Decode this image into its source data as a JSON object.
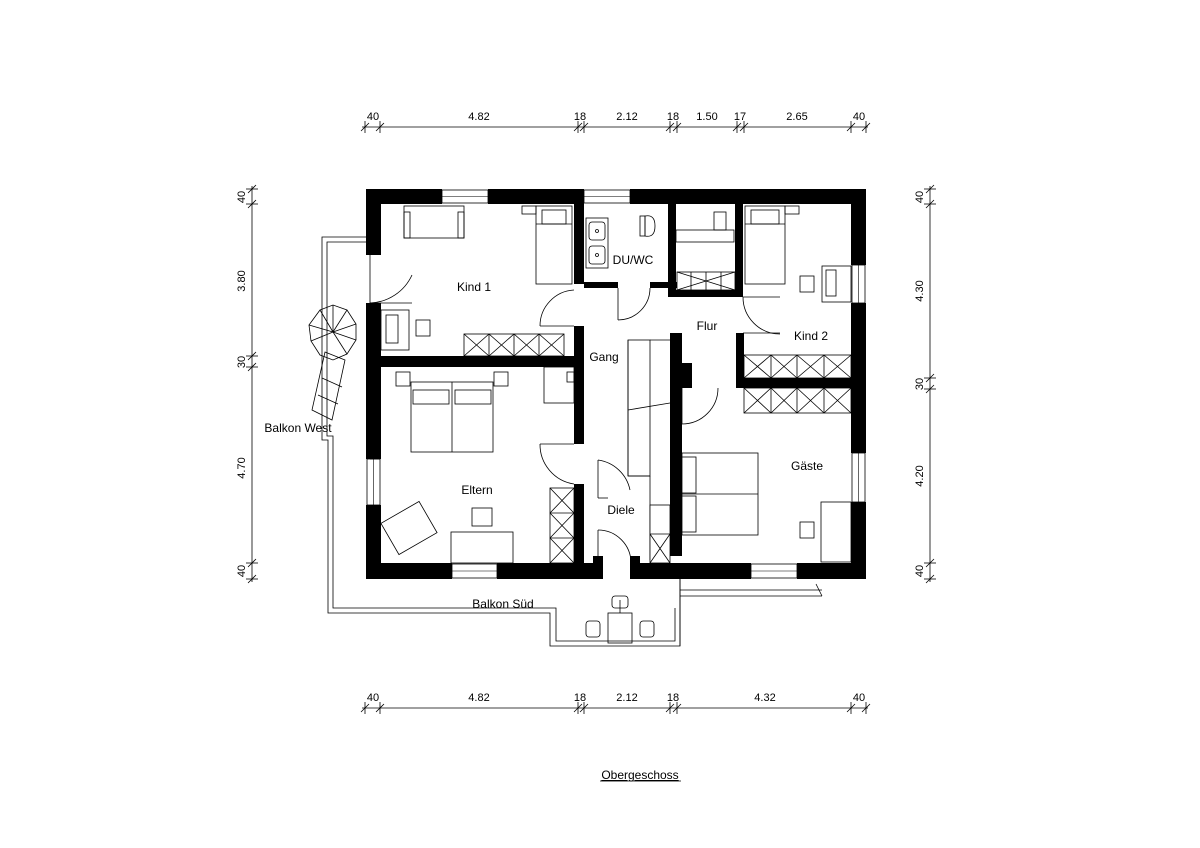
{
  "plan": {
    "rooms": {
      "kind1": "Kind 1",
      "duwc": "DU/WC",
      "flur": "Flur",
      "kind2": "Kind 2",
      "gang": "Gang",
      "eltern": "Eltern",
      "diele": "Diele",
      "gaeste": "Gäste",
      "balkon_west": "Balkon West",
      "balkon_sued": "Balkon Süd"
    },
    "dims_top": [
      "40",
      "4.82",
      "18",
      "2.12",
      "18",
      "1.50",
      "17",
      "2.65",
      "40"
    ],
    "dims_bottom": [
      "40",
      "4.82",
      "18",
      "2.12",
      "18",
      "4.32",
      "40"
    ],
    "dims_left": [
      "40",
      "3.80",
      "30",
      "4.70",
      "40"
    ],
    "dims_right": [
      "40",
      "4.30",
      "30",
      "4.20",
      "40"
    ],
    "caption": "Obergeschoss"
  }
}
